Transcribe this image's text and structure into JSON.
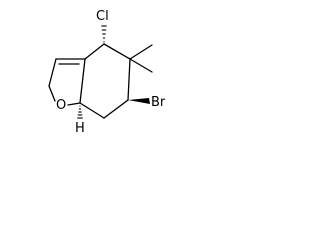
{
  "structure": {
    "atoms": {
      "chlorine": "Cl",
      "oxygen": "O",
      "bromine": "Br",
      "hydrogen": "H"
    },
    "colors": {
      "ink": "#000000",
      "background": "#ffffff"
    }
  }
}
